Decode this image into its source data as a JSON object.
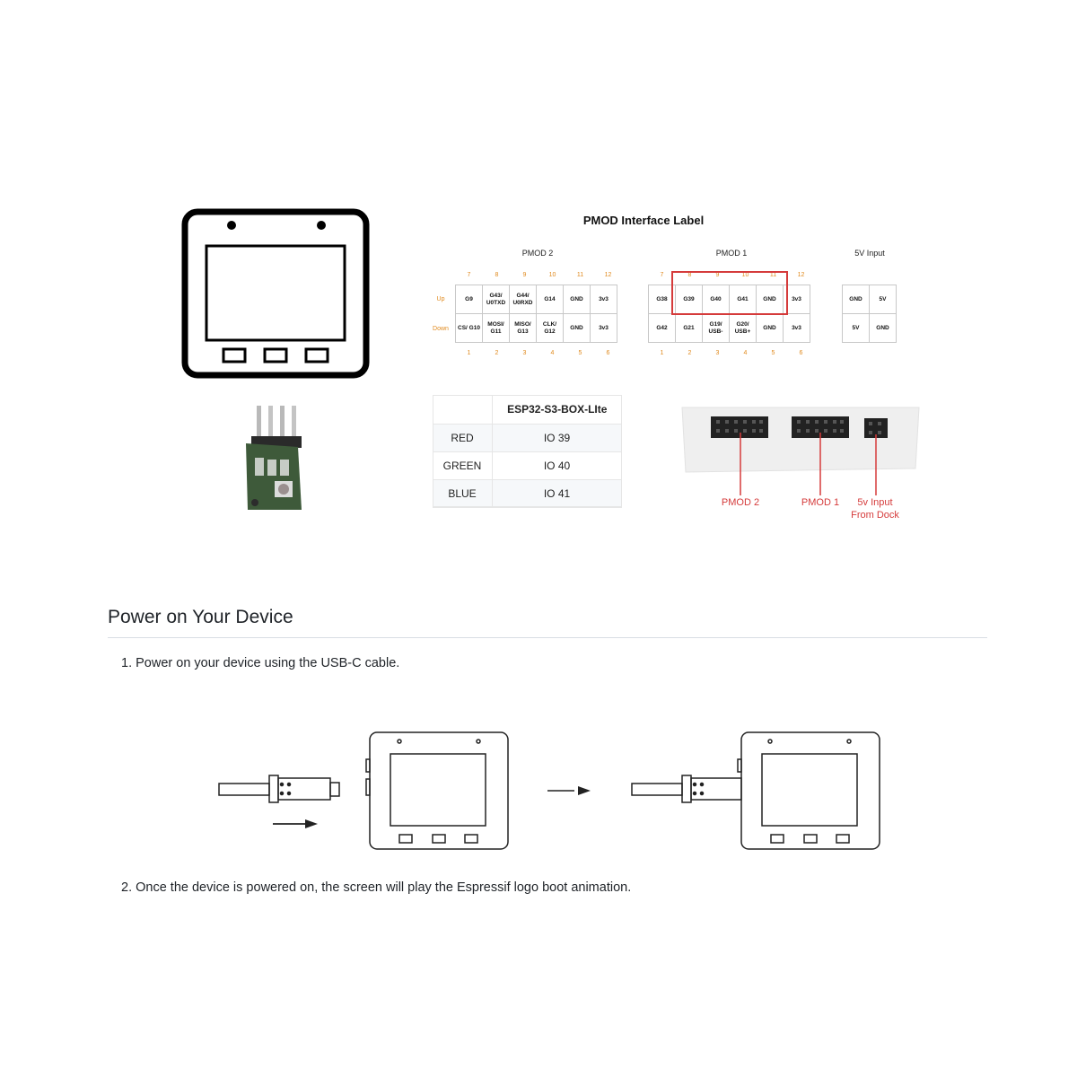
{
  "pmod": {
    "title": "PMOD Interface Label",
    "group2_title": "PMOD 2",
    "group1_title": "PMOD 1",
    "group5v_title": "5V Input",
    "up_label": "Up",
    "down_label": "Down",
    "pmod2": {
      "top_numbers": [
        "7",
        "8",
        "9",
        "10",
        "11",
        "12"
      ],
      "bottom_numbers": [
        "1",
        "2",
        "3",
        "4",
        "5",
        "6"
      ],
      "up": [
        "G9",
        "G43/ U0TXD",
        "G44/ U0RXD",
        "G14",
        "GND",
        "3v3"
      ],
      "down": [
        "CS/ G10",
        "MOSI/ G11",
        "MISO/ G13",
        "CLK/ G12",
        "GND",
        "3v3"
      ]
    },
    "pmod1": {
      "top_numbers": [
        "7",
        "8",
        "9",
        "10",
        "11",
        "12"
      ],
      "bottom_numbers": [
        "1",
        "2",
        "3",
        "4",
        "5",
        "6"
      ],
      "up": [
        "G38",
        "G39",
        "G40",
        "G41",
        "GND",
        "3v3"
      ],
      "down": [
        "G42",
        "G21",
        "G19/ USB-",
        "G20/ USB+",
        "GND",
        "3v3"
      ]
    },
    "input5v": {
      "up": [
        "GND",
        "5V"
      ],
      "down": [
        "5V",
        "GND"
      ]
    }
  },
  "rgb_table": {
    "header": [
      "",
      "ESP32-S3-BOX-LIte"
    ],
    "rows": [
      [
        "RED",
        "IO 39"
      ],
      [
        "GREEN",
        "IO 40"
      ],
      [
        "BLUE",
        "IO 41"
      ]
    ]
  },
  "dock_labels": {
    "pmod2": "PMOD 2",
    "pmod1": "PMOD 1",
    "input_line1": "5v Input",
    "input_line2": "From Dock"
  },
  "section": {
    "heading": "Power on Your Device",
    "step1": "1. Power on your device using the USB-C cable.",
    "step2": "2. Once the device is powered on, the screen will play the Espressif logo boot animation."
  },
  "colors": {
    "accent_orange": "#e08a1e",
    "highlight_red": "#d53b3b",
    "text": "#1f2328"
  },
  "icons": [
    "device-outline-icon",
    "rgb-led-module-image",
    "dock-connector-image",
    "usb-c-plug-icon",
    "arrow-right-icon"
  ]
}
